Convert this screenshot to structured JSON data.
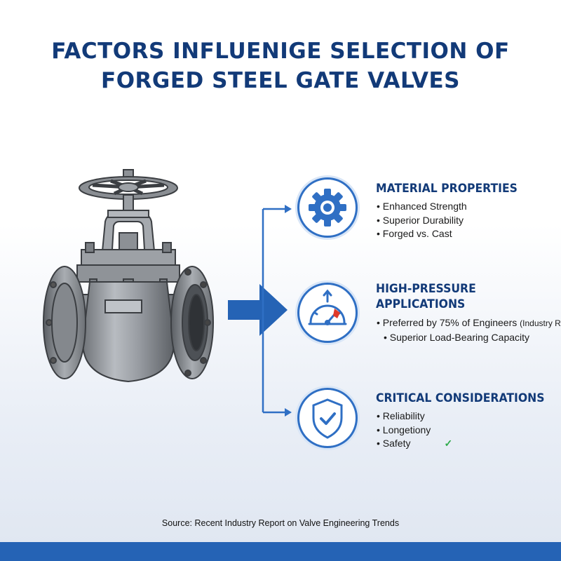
{
  "title": {
    "line1": "FACTORS INFLUENIGE SELECTION OF",
    "line2": "FORGED STEEL GATE VALVES"
  },
  "sections": [
    {
      "heading_lines": [
        "MATERIAL PROPERTIES"
      ],
      "icon": "gear-icon",
      "bullets": [
        "Enhanced Strength",
        "Superior Durability",
        "Forged vs. Cast"
      ]
    },
    {
      "heading_lines": [
        "HIGH-PRESSURE",
        "APPLICATIONS"
      ],
      "icon": "pressure-gauge-icon",
      "bullets": [
        "Preferred by 75% of Engineers",
        "Superior Load-Bearing Capacity"
      ],
      "note": "(Industry Rep"
    },
    {
      "heading_lines": [
        "CRITICAL CONSIDERATIONS"
      ],
      "icon": "shield-check-icon",
      "bullets": [
        "Reliability",
        "Longetiony",
        "Safety"
      ]
    }
  ],
  "source": "Source: Recent Industry Report on Valve Engineering Trends",
  "colors": {
    "title": "#123a78",
    "accent": "#2f6fc4",
    "footer": "#2563b5",
    "check": "#2eaa4a",
    "gauge_red": "#e03a2a"
  }
}
